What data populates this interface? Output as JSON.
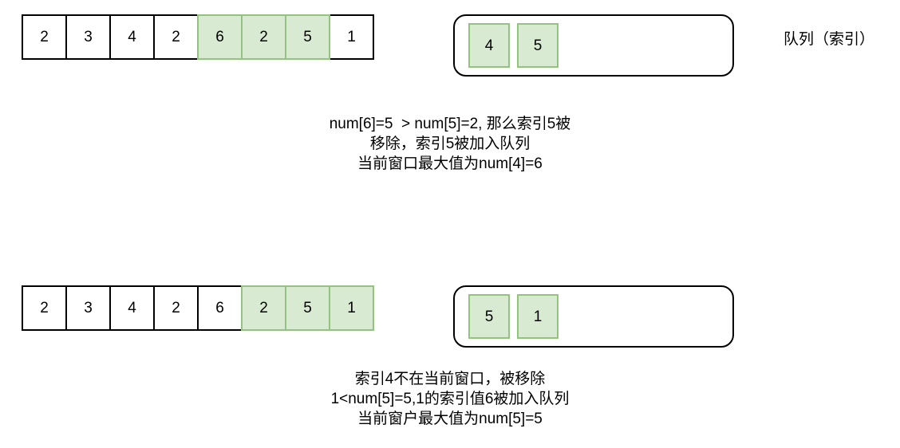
{
  "diagram": {
    "side_label": "队列（索引）",
    "colors": {
      "highlight_fill": "#d9ead3",
      "highlight_border": "#93c47d",
      "cell_border": "#000000",
      "background": "#ffffff",
      "text": "#000000"
    },
    "steps": [
      {
        "array": {
          "values": [
            "2",
            "3",
            "4",
            "2",
            "6",
            "2",
            "5",
            "1"
          ],
          "highlighted": [
            false,
            false,
            false,
            false,
            true,
            true,
            true,
            false
          ]
        },
        "queue": {
          "values": [
            "4",
            "5"
          ]
        },
        "caption": [
          "num[6]=5  > num[5]=2, 那么索引5被",
          "移除，索引5被加入队列",
          "当前窗口最大值为num[4]=6"
        ]
      },
      {
        "array": {
          "values": [
            "2",
            "3",
            "4",
            "2",
            "6",
            "2",
            "5",
            "1"
          ],
          "highlighted": [
            false,
            false,
            false,
            false,
            false,
            true,
            true,
            true
          ]
        },
        "queue": {
          "values": [
            "5",
            "1"
          ]
        },
        "caption": [
          "索引4不在当前窗口，被移除",
          "1<num[5]=5,1的索引值6被加入队列",
          "当前窗户最大值为num[5]=5"
        ]
      }
    ]
  }
}
